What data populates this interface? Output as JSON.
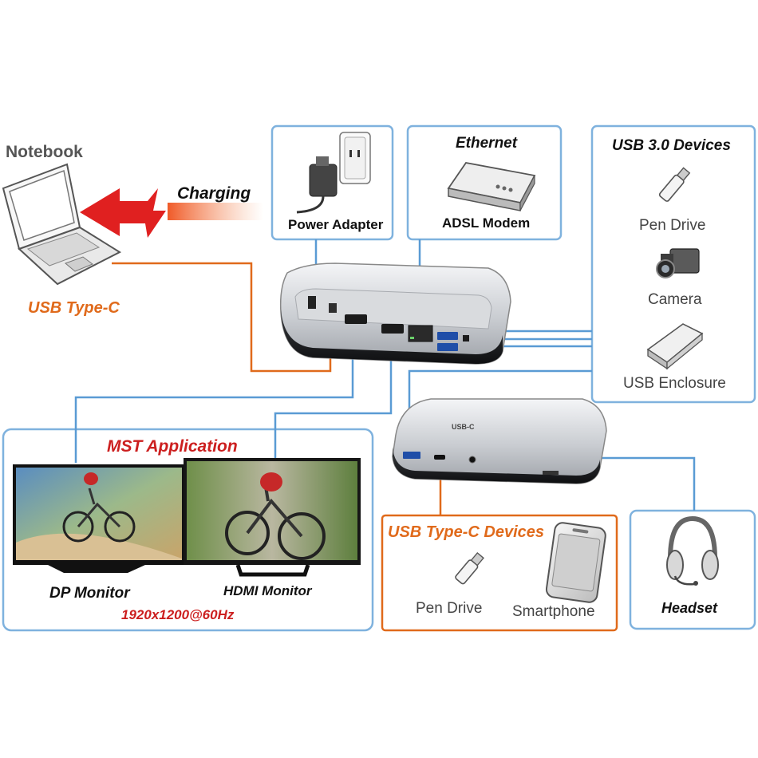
{
  "notebook": {
    "label": "Notebook",
    "link": "USB Type-C",
    "charging": "Charging"
  },
  "power": {
    "label": "Power Adapter"
  },
  "ethernet": {
    "title": "Ethernet",
    "label": "ADSL Modem"
  },
  "usb3": {
    "title": "USB 3.0 Devices",
    "items": [
      "Pen Drive",
      "Camera",
      "USB Enclosure"
    ]
  },
  "mst": {
    "title": "MST Application",
    "dp": "DP Monitor",
    "hdmi": "HDMI Monitor",
    "resolution": "1920x1200@60Hz"
  },
  "usbc": {
    "title": "USB Type-C Devices",
    "items": [
      "Pen Drive",
      "Smartphone"
    ]
  },
  "headset": {
    "label": "Headset"
  },
  "dock": {
    "logo": "USB-C"
  },
  "colors": {
    "box_border": "#7fb2de",
    "orange_line": "#e06a1b",
    "blue_line": "#5a9bd4",
    "arrow": "#e02020"
  }
}
